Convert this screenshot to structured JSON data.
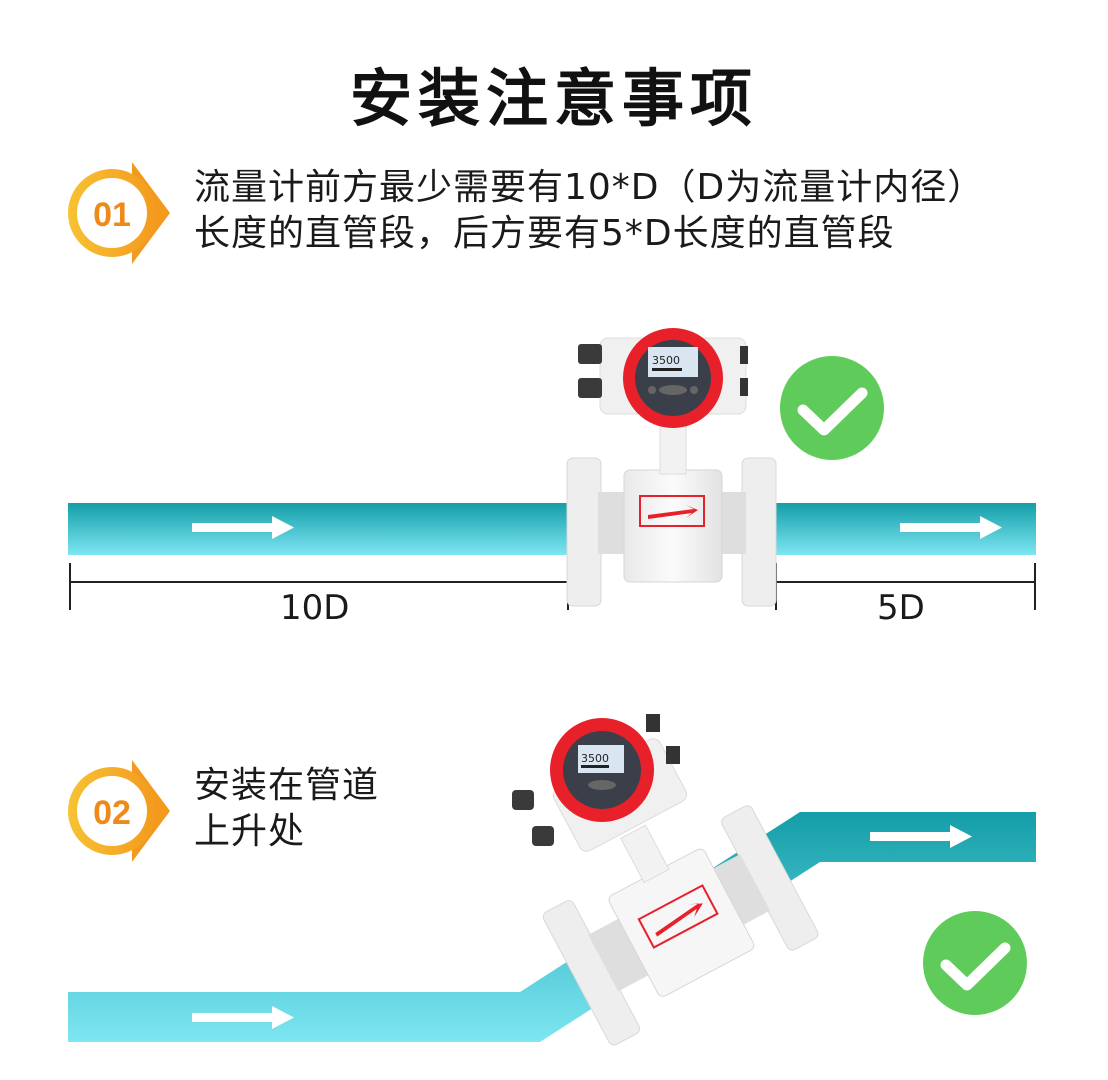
{
  "title": "安装注意事项",
  "steps": [
    {
      "number": "01",
      "lines": [
        "流量计前方最少需要有10*D（D为流量计内径）",
        "长度的直管段，后方要有5*D长度的直管段"
      ]
    },
    {
      "number": "02",
      "lines": [
        "安装在管道",
        "上升处"
      ]
    }
  ],
  "diagram1": {
    "upstream_label": "10D",
    "downstream_label": "5D",
    "meter_display": "3500",
    "status": "correct"
  },
  "diagram2": {
    "meter_display": "3500",
    "status": "correct"
  },
  "colors": {
    "pipe_top": "#149ea8",
    "pipe_bottom": "#7de6f2",
    "badge_orange": "#f39a1e",
    "badge_yellow": "#f7c233",
    "check_green": "#5fcb5a",
    "meter_red": "#e8202a"
  }
}
